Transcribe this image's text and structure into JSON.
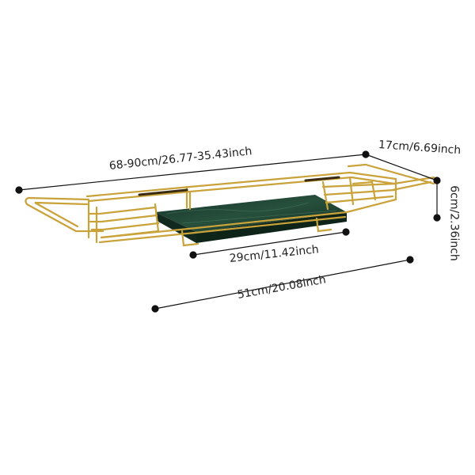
{
  "product": {
    "name": "gold expandable bathtub caddy tray with green marble board",
    "frame_color": "#c9a23a",
    "frame_highlight": "#e6c766",
    "board_color": "#1f3d2e"
  },
  "dimensions": {
    "length_extended": "68-90cm/26.77-35.43inch",
    "width": "17cm/6.69inch",
    "height": "6cm/2.36inch",
    "board_length": "29cm/11.42inch",
    "base_length": "51cm/20.08inch",
    "line_color": "#111111"
  }
}
